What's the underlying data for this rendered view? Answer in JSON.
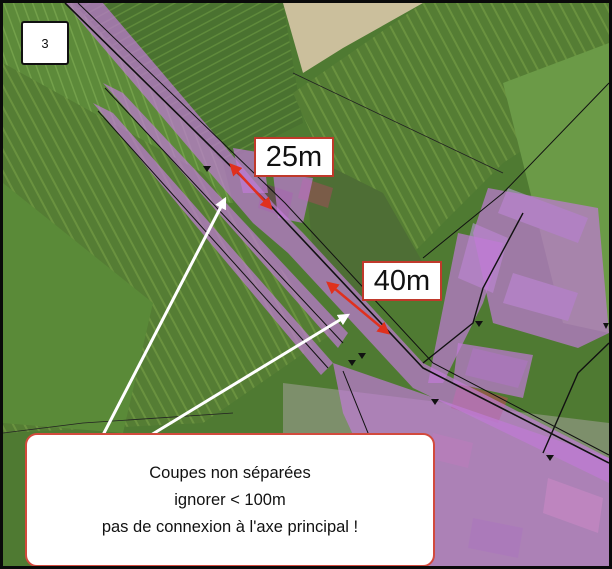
{
  "map": {
    "sheet_number": "3",
    "distance_labels": [
      "25m",
      "40m"
    ],
    "callout": {
      "lines": [
        "Coupes non séparées",
        "ignorer < 100m",
        "pas de connexion à l'axe principal !"
      ]
    },
    "colors": {
      "network_overlay": "#c07ad6",
      "measure_arrow": "#e0301e",
      "callout_border": "#d24a3d",
      "pointer_arrow": "#ffffff",
      "frame": "#0a0a0a"
    }
  }
}
